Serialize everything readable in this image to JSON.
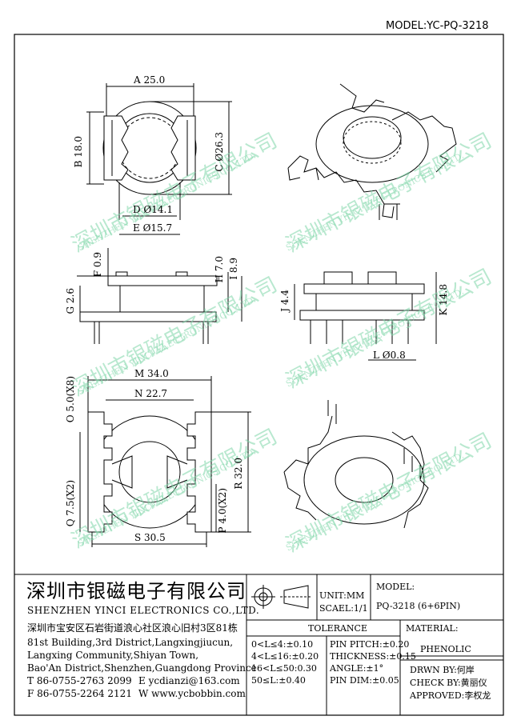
{
  "header": {
    "model_title": "MODEL:YC-PQ-3218"
  },
  "watermark": {
    "cn": "深圳市银磁电子有限公司",
    "en": "SHENZHEN YINCI ELECTRONICS CO.,LTD.",
    "color": "#7fd6a8"
  },
  "dims": {
    "a": "A 25.0",
    "b": "B 18.0",
    "c": "C Ø26.3",
    "d": "D Ø14.1",
    "e": "E Ø15.7",
    "f": "F 0.9",
    "g": "G 2.6",
    "h": "H 7.0",
    "i": "I 8.9",
    "j": "J 4.4",
    "k": "K 14.8",
    "l": "L Ø0.8",
    "m": "M 34.0",
    "n": "N 22.7",
    "o": "O 5.0(X8)",
    "p": "P 4.0(X2)",
    "q": "Q 7.5(X2)",
    "r": "R 32.0",
    "s": "S 30.5"
  },
  "title_block": {
    "company_cn": "深圳市银磁电子有限公司",
    "company_en": "SHENZHEN YINCI ELECTRONICS CO.,LTD.",
    "address_cn": "深圳市宝安区石岩街道浪心社区浪心旧村3区81栋",
    "address_en_1": "81st Building,3rd District,Langxingjiucun,",
    "address_en_2": "Langxing Community,Shiyan Town,",
    "address_en_3": "Bao'An District,Shenzhen,Guangdong Province",
    "tel": "T 86-0755-2763 2099",
    "email": "E ycdianzi@163.com",
    "fax": "F 86-0755-2264 2121",
    "web": "W www.ycbobbin.com",
    "unit": "UNIT:MM",
    "scale": "SCAEL:1/1",
    "model_label": "MODEL:",
    "model_value": "PQ-3218 (6+6PIN)",
    "tolerance_label": "TOLERANCE",
    "tol_1": "0<L≤4:±0.10",
    "tol_2": "4<L≤16:±0.20",
    "tol_3": "16<L≤50:0.30",
    "tol_4": "50≤L:±0.40",
    "pin_pitch": "PIN PITCH:±0.20",
    "thickness": "THICKNESS:±0.15",
    "angle": "ANGLE:±1°",
    "pin_dim": "PIN DIM:±0.05",
    "material_label": "MATERIAL:",
    "material_value": "PHENOLIC",
    "drawn_by": "DRWN BY:何岸",
    "check_by": "CHECK BY:黄丽仪",
    "approved": "APPROVED:李权龙"
  }
}
